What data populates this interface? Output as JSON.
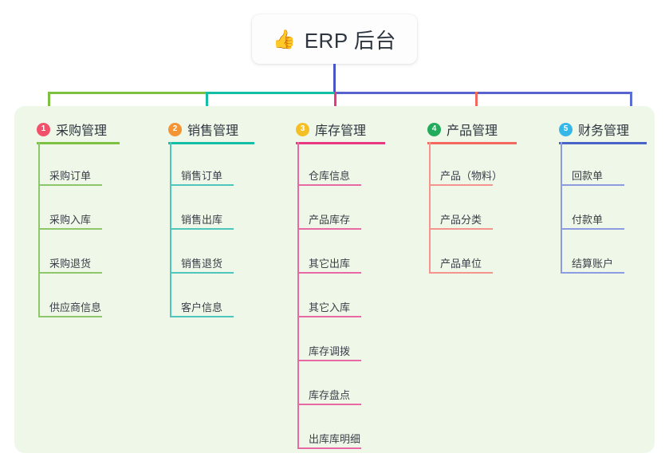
{
  "root": {
    "icon": "thumbs-up-icon",
    "icon_glyph": "👍",
    "title": "ERP 后台"
  },
  "colors": {
    "page_background": "#ffffff",
    "panel_background": "#eef7e8",
    "root_card_background": "#fdfdfd",
    "text": "#2f3640",
    "trunk": "#4a54c4",
    "branch_green": "#7cc142",
    "branch_teal": "#14bfa6",
    "branch_blue": "#5863d0",
    "drop_pink": "#e8387f",
    "drop_red": "#f3685f",
    "drop_blue": "#5b6ed6"
  },
  "branches": [
    {
      "index": "1",
      "title": "采购管理",
      "badge_color": "#f2516b",
      "rule_color": "#7cc142",
      "line_color": "#8cc76a",
      "items": [
        "采购订单",
        "采购入库",
        "采购退货",
        "供应商信息"
      ]
    },
    {
      "index": "2",
      "title": "销售管理",
      "badge_color": "#f59432",
      "rule_color": "#14bfa6",
      "line_color": "#4fc6bb",
      "items": [
        "销售订单",
        "销售出库",
        "销售退货",
        "客户信息"
      ]
    },
    {
      "index": "3",
      "title": "库存管理",
      "badge_color": "#f5c026",
      "rule_color": "#e8387f",
      "line_color": "#e86aa4",
      "items": [
        "仓库信息",
        "产品库存",
        "其它出库",
        "其它入库",
        "库存调拨",
        "库存盘点",
        "出库库明细"
      ]
    },
    {
      "index": "4",
      "title": "产品管理",
      "badge_color": "#23ab5c",
      "rule_color": "#f3685f",
      "line_color": "#f5948c",
      "items": [
        "产品（物料）",
        "产品分类",
        "产品单位"
      ]
    },
    {
      "index": "5",
      "title": "财务管理",
      "badge_color": "#35b8e8",
      "rule_color": "#4a63c8",
      "line_color": "#8d9be0",
      "items": [
        "回款单",
        "付款单",
        "结算账户"
      ]
    }
  ]
}
